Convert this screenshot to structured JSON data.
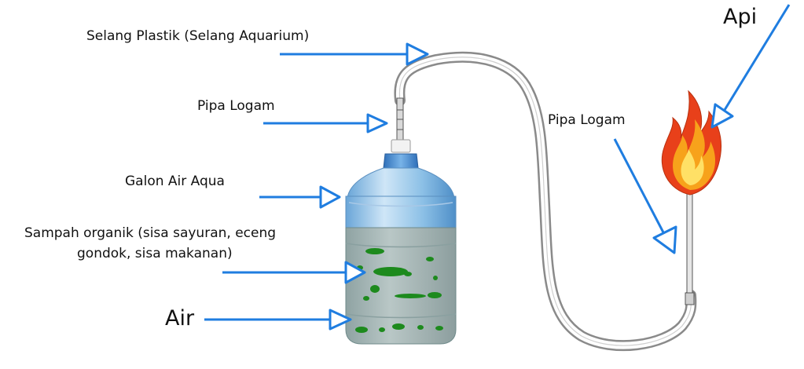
{
  "labels": {
    "selang": "Selang Plastik (Selang Aquarium)",
    "pipa_top": "Pipa Logam",
    "galon": "Galon Air Aqua",
    "sampah_line1": "Sampah organik (sisa sayuran, eceng",
    "sampah_line2": "gondok, sisa makanan)",
    "air": "Air",
    "pipa_right": "Pipa Logam",
    "api": "Api"
  },
  "colors": {
    "arrow": "#1f7de0",
    "water_tint": "#a9b9b9",
    "bottle_blue": "#8cc0e6",
    "cap": "#4a8fd0",
    "organic_green": "#1d8a1d",
    "hose": "#ffffff",
    "flame_outer": "#e8401a",
    "flame_mid": "#f7a21b",
    "flame_inner": "#ffe066"
  },
  "icons": {
    "arrow": "open-triangle-arrow-icon",
    "flame": "flame-icon",
    "bottle": "water-gallon-icon"
  }
}
